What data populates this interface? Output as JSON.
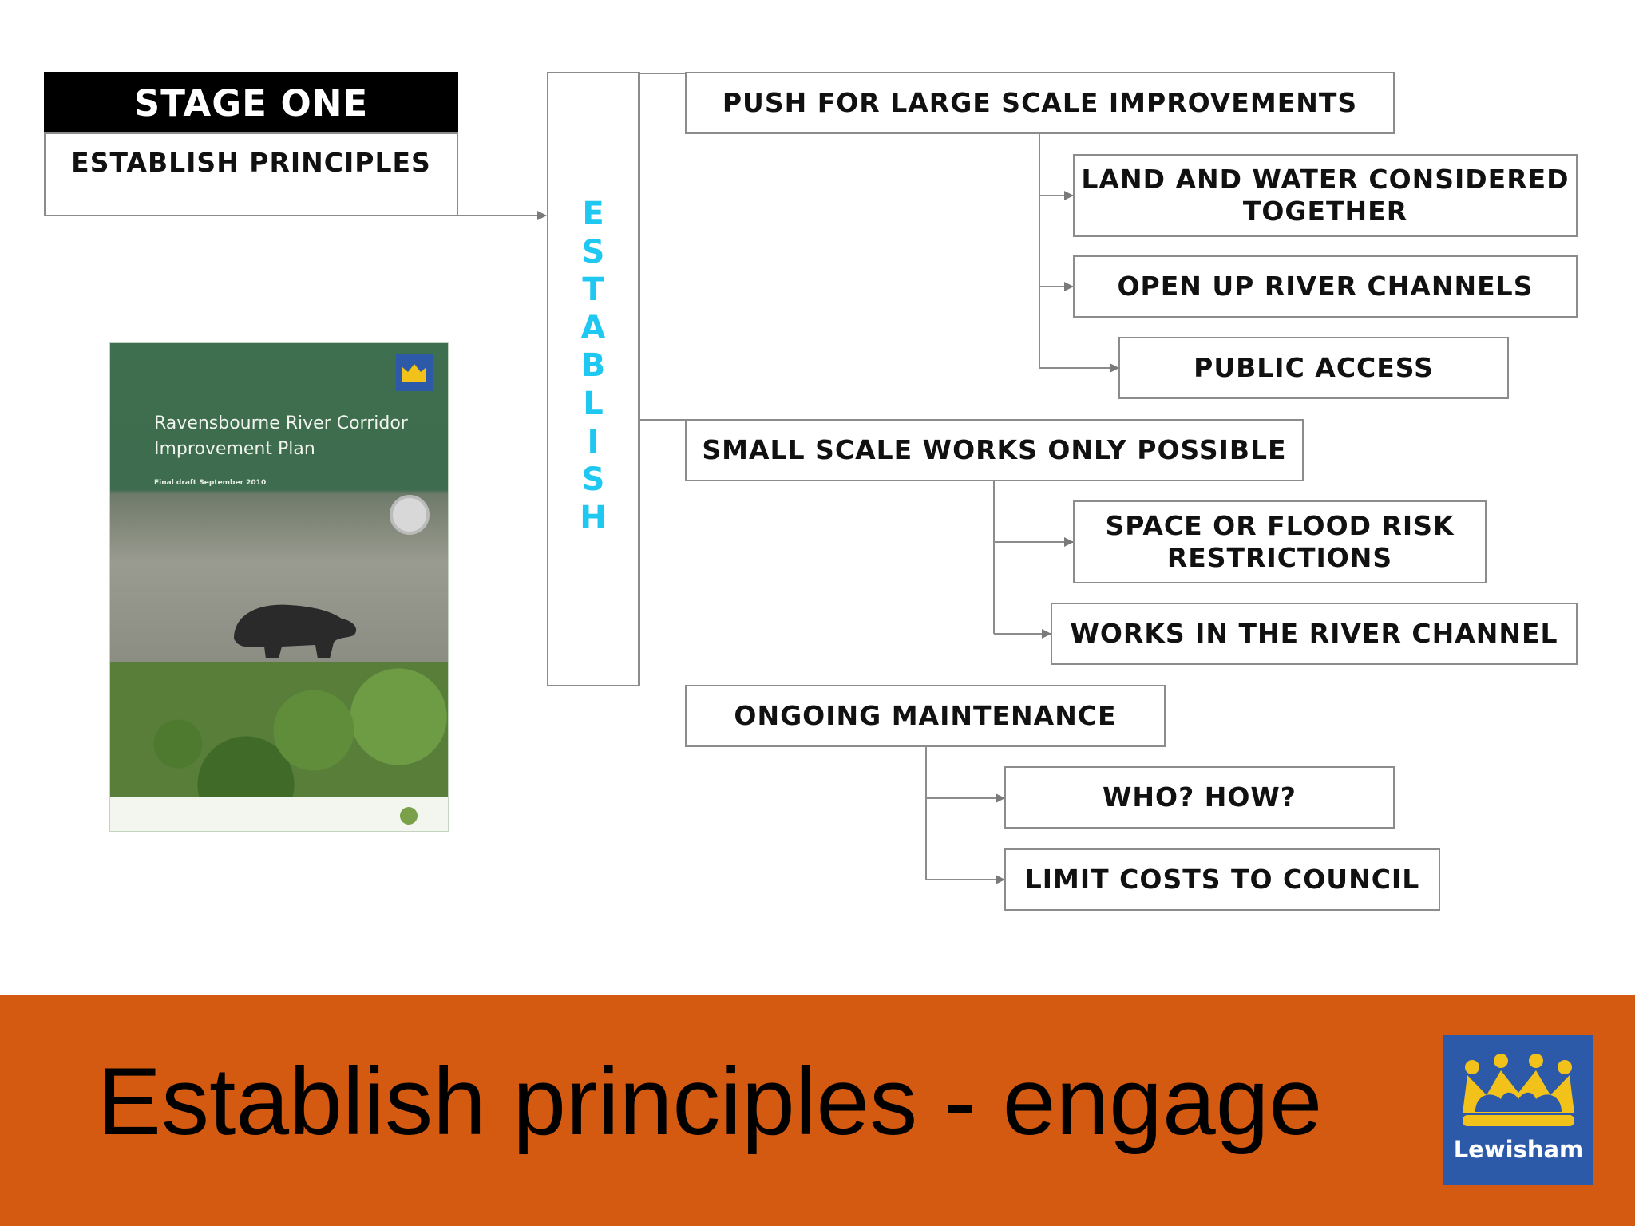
{
  "stage": {
    "header": "STAGE ONE",
    "subtitle": "ESTABLISH PRINCIPLES"
  },
  "establish_column": {
    "letters": [
      "E",
      "S",
      "T",
      "A",
      "B",
      "L",
      "I",
      "S",
      "H"
    ],
    "color": "#1ec8f0"
  },
  "branches": [
    {
      "label": "PUSH FOR LARGE SCALE IMPROVEMENTS",
      "children": [
        "LAND AND WATER CONSIDERED TOGETHER",
        "OPEN UP RIVER CHANNELS",
        "PUBLIC ACCESS"
      ]
    },
    {
      "label": "SMALL SCALE WORKS ONLY POSSIBLE",
      "children": [
        "SPACE OR FLOOD RISK RESTRICTIONS",
        "WORKS IN THE RIVER CHANNEL"
      ]
    },
    {
      "label": "ONGOING MAINTENANCE",
      "children": [
        "WHO? HOW?",
        "LIMIT COSTS TO COUNCIL"
      ]
    }
  ],
  "cover": {
    "title": "Ravensbourne River Corridor Improvement Plan",
    "date": "Final draft September 2010"
  },
  "footer": {
    "title": "Establish principles - engage",
    "band_color": "#d45a12",
    "logo_text": "Lewisham",
    "logo_color": "#2c5aa8"
  }
}
